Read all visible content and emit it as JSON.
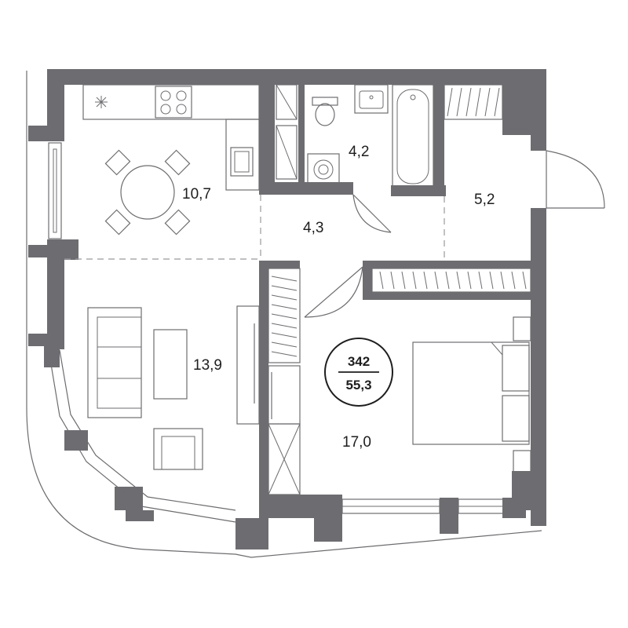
{
  "plan": {
    "rooms": [
      {
        "id": "kitchen",
        "area": "10,7"
      },
      {
        "id": "bathroom",
        "area": "4,2"
      },
      {
        "id": "hallway",
        "area": "4,3"
      },
      {
        "id": "entrance",
        "area": "5,2"
      },
      {
        "id": "living",
        "area": "13,9"
      },
      {
        "id": "bedroom",
        "area": "17,0"
      }
    ],
    "badge": {
      "number": "342",
      "total_area": "55,3"
    }
  },
  "colors": {
    "wall": "#6d6d71",
    "text": "#1e1e1e",
    "background": "#ffffff"
  },
  "icons": [
    "stove-icon",
    "cooktop-icon",
    "sink-icon",
    "toilet-icon",
    "bathtub-icon",
    "washing-machine-icon",
    "dining-table-icon",
    "sofa-icon",
    "tv-unit-icon",
    "armchair-icon",
    "bed-icon",
    "wardrobe-icon",
    "door-swing-icon",
    "window-icon"
  ]
}
